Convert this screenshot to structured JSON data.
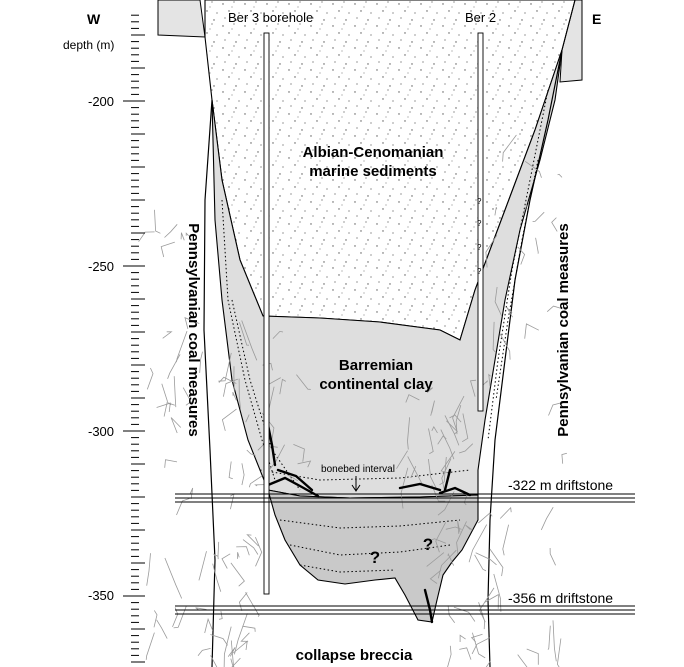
{
  "orientation": {
    "west": "W",
    "east": "E"
  },
  "depth_axis": {
    "label": "depth (m)",
    "ticks": [
      {
        "value": -200,
        "label": "-200"
      },
      {
        "value": -250,
        "label": "-250"
      },
      {
        "value": -300,
        "label": "-300"
      },
      {
        "value": -350,
        "label": "-350"
      }
    ]
  },
  "boreholes": {
    "ber3": "Ber 3 borehole",
    "ber2": "Ber 2"
  },
  "units": {
    "albian": [
      "Albian-Cenomanian",
      "marine sediments"
    ],
    "barremian": [
      "Barremian",
      "continental clay"
    ],
    "coal_left": "Pennsylvanian coal measures",
    "coal_right": "Pennsylvanian coal measures",
    "breccia": "collapse breccia"
  },
  "annotations": {
    "bonebed": "bonebed interval",
    "driftstone_322": "-322 m driftstone",
    "driftstone_356": "-356 m driftstone",
    "question_mark": "?"
  },
  "colors": {
    "albian_fill": "#ebebeb",
    "barremian_fill": "#dcdcdc",
    "breccia_fill": "#c9c9c9",
    "line": "#000000"
  }
}
